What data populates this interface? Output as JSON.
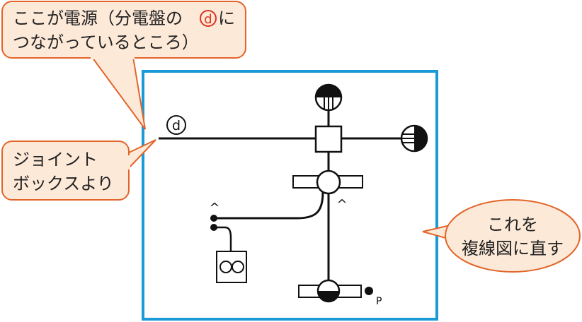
{
  "callouts": {
    "power_source": {
      "line1_prefix": "ここが電源（分電盤の",
      "line1_mark": "d",
      "line1_suffix": "に",
      "line2": "つながっているところ）"
    },
    "joint_box": {
      "line1": "ジョイント",
      "line2": "ボックスより"
    },
    "convert": {
      "line1": "これを",
      "line2": "複線図に直す"
    }
  },
  "diagram": {
    "source_label": "d",
    "switch_mark_1": "^",
    "switch_mark_2": "^",
    "pilot_label": "P"
  },
  "colors": {
    "frame": "#1a9ad6",
    "callout_fill": "#fde9d8",
    "callout_stroke": "#e2652a",
    "mark_red": "#e0301e",
    "line": "#111111"
  }
}
